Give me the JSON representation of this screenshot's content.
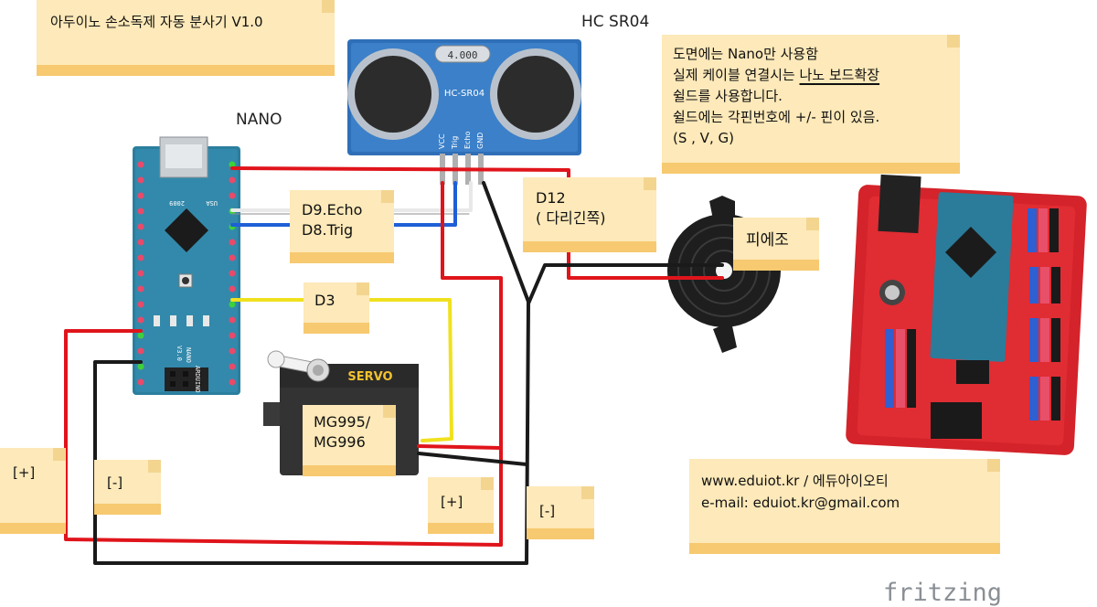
{
  "title_note": "아두이노 손소독제 자동 분사기 V1.0",
  "sensor": {
    "label": "HC SR04",
    "crystal": "4.000",
    "chip": "HC-SR04",
    "pins": [
      "VCC",
      "Trig",
      "Echo",
      "GND"
    ]
  },
  "nano": {
    "label": "NANO",
    "board_text": [
      "ARDUINO",
      "NANO",
      "V3.0"
    ],
    "usa": "USA",
    "year": "2009"
  },
  "shield_note": {
    "line1": "도면에는 Nano만 사용함",
    "line2_pre": "실제 케이블 연결시는 ",
    "line2_ul": "나노 보드확장",
    "line3": "쉴드를 사용합니다.",
    "line4": "쉴드에는 각핀번호에 +/- 핀이 있음.",
    "line5": "(S , V, G)"
  },
  "echo_trig_note": {
    "line1": "D9.Echo",
    "line2": "D8.Trig"
  },
  "d12_note": {
    "line1": "D12",
    "line2": "( 다리긴쪽)"
  },
  "piezo_note": "피에조",
  "d3_note": "D3",
  "servo": {
    "brand": "SERVO",
    "note_line1": "MG995/",
    "note_line2": "MG996"
  },
  "plus_left": "[+]",
  "minus_left": "[-]",
  "plus_right": "[+]",
  "minus_right": "[-]",
  "contact_note": {
    "line1": "www.eduiot.kr / 에듀아이오티",
    "line2": "e-mail: eduiot.kr@gmail.com"
  },
  "fritzing_logo": "fritzing",
  "wire_colors": {
    "red": "#e0141b",
    "black": "#1a1a1a",
    "yellow": "#f0e11e",
    "blue": "#1f5fd6",
    "white": "#e8e8e8"
  }
}
